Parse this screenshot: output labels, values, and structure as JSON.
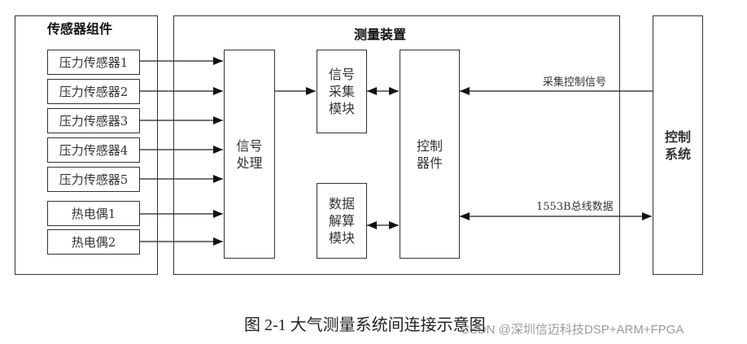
{
  "diagram": {
    "sensor_group": {
      "title": "传感器组件",
      "sensors": [
        {
          "label": "压力传感器1"
        },
        {
          "label": "压力传感器2"
        },
        {
          "label": "压力传感器3"
        },
        {
          "label": "压力传感器4"
        },
        {
          "label": "压力传感器5"
        },
        {
          "label": "热电偶1"
        },
        {
          "label": "热电偶2"
        }
      ]
    },
    "measurement_device": {
      "title": "测量装置",
      "signal_processing": {
        "lines": [
          "信号",
          "处理"
        ]
      },
      "acquisition_module": {
        "lines": [
          "信号",
          "采集",
          "模块"
        ]
      },
      "solver_module": {
        "lines": [
          "数据",
          "解算",
          "模块"
        ]
      },
      "controller": {
        "lines": [
          "控制",
          "器件"
        ]
      }
    },
    "control_system": {
      "lines": [
        "控制",
        "系统"
      ]
    },
    "edges": {
      "acquisition_control": "采集控制信号",
      "bus_data": "1553B总线数据"
    }
  },
  "caption": "图 2-1  大气测量系统间连接示意图",
  "watermark": "CSDN @深圳信迈科技DSP+ARM+FPGA"
}
